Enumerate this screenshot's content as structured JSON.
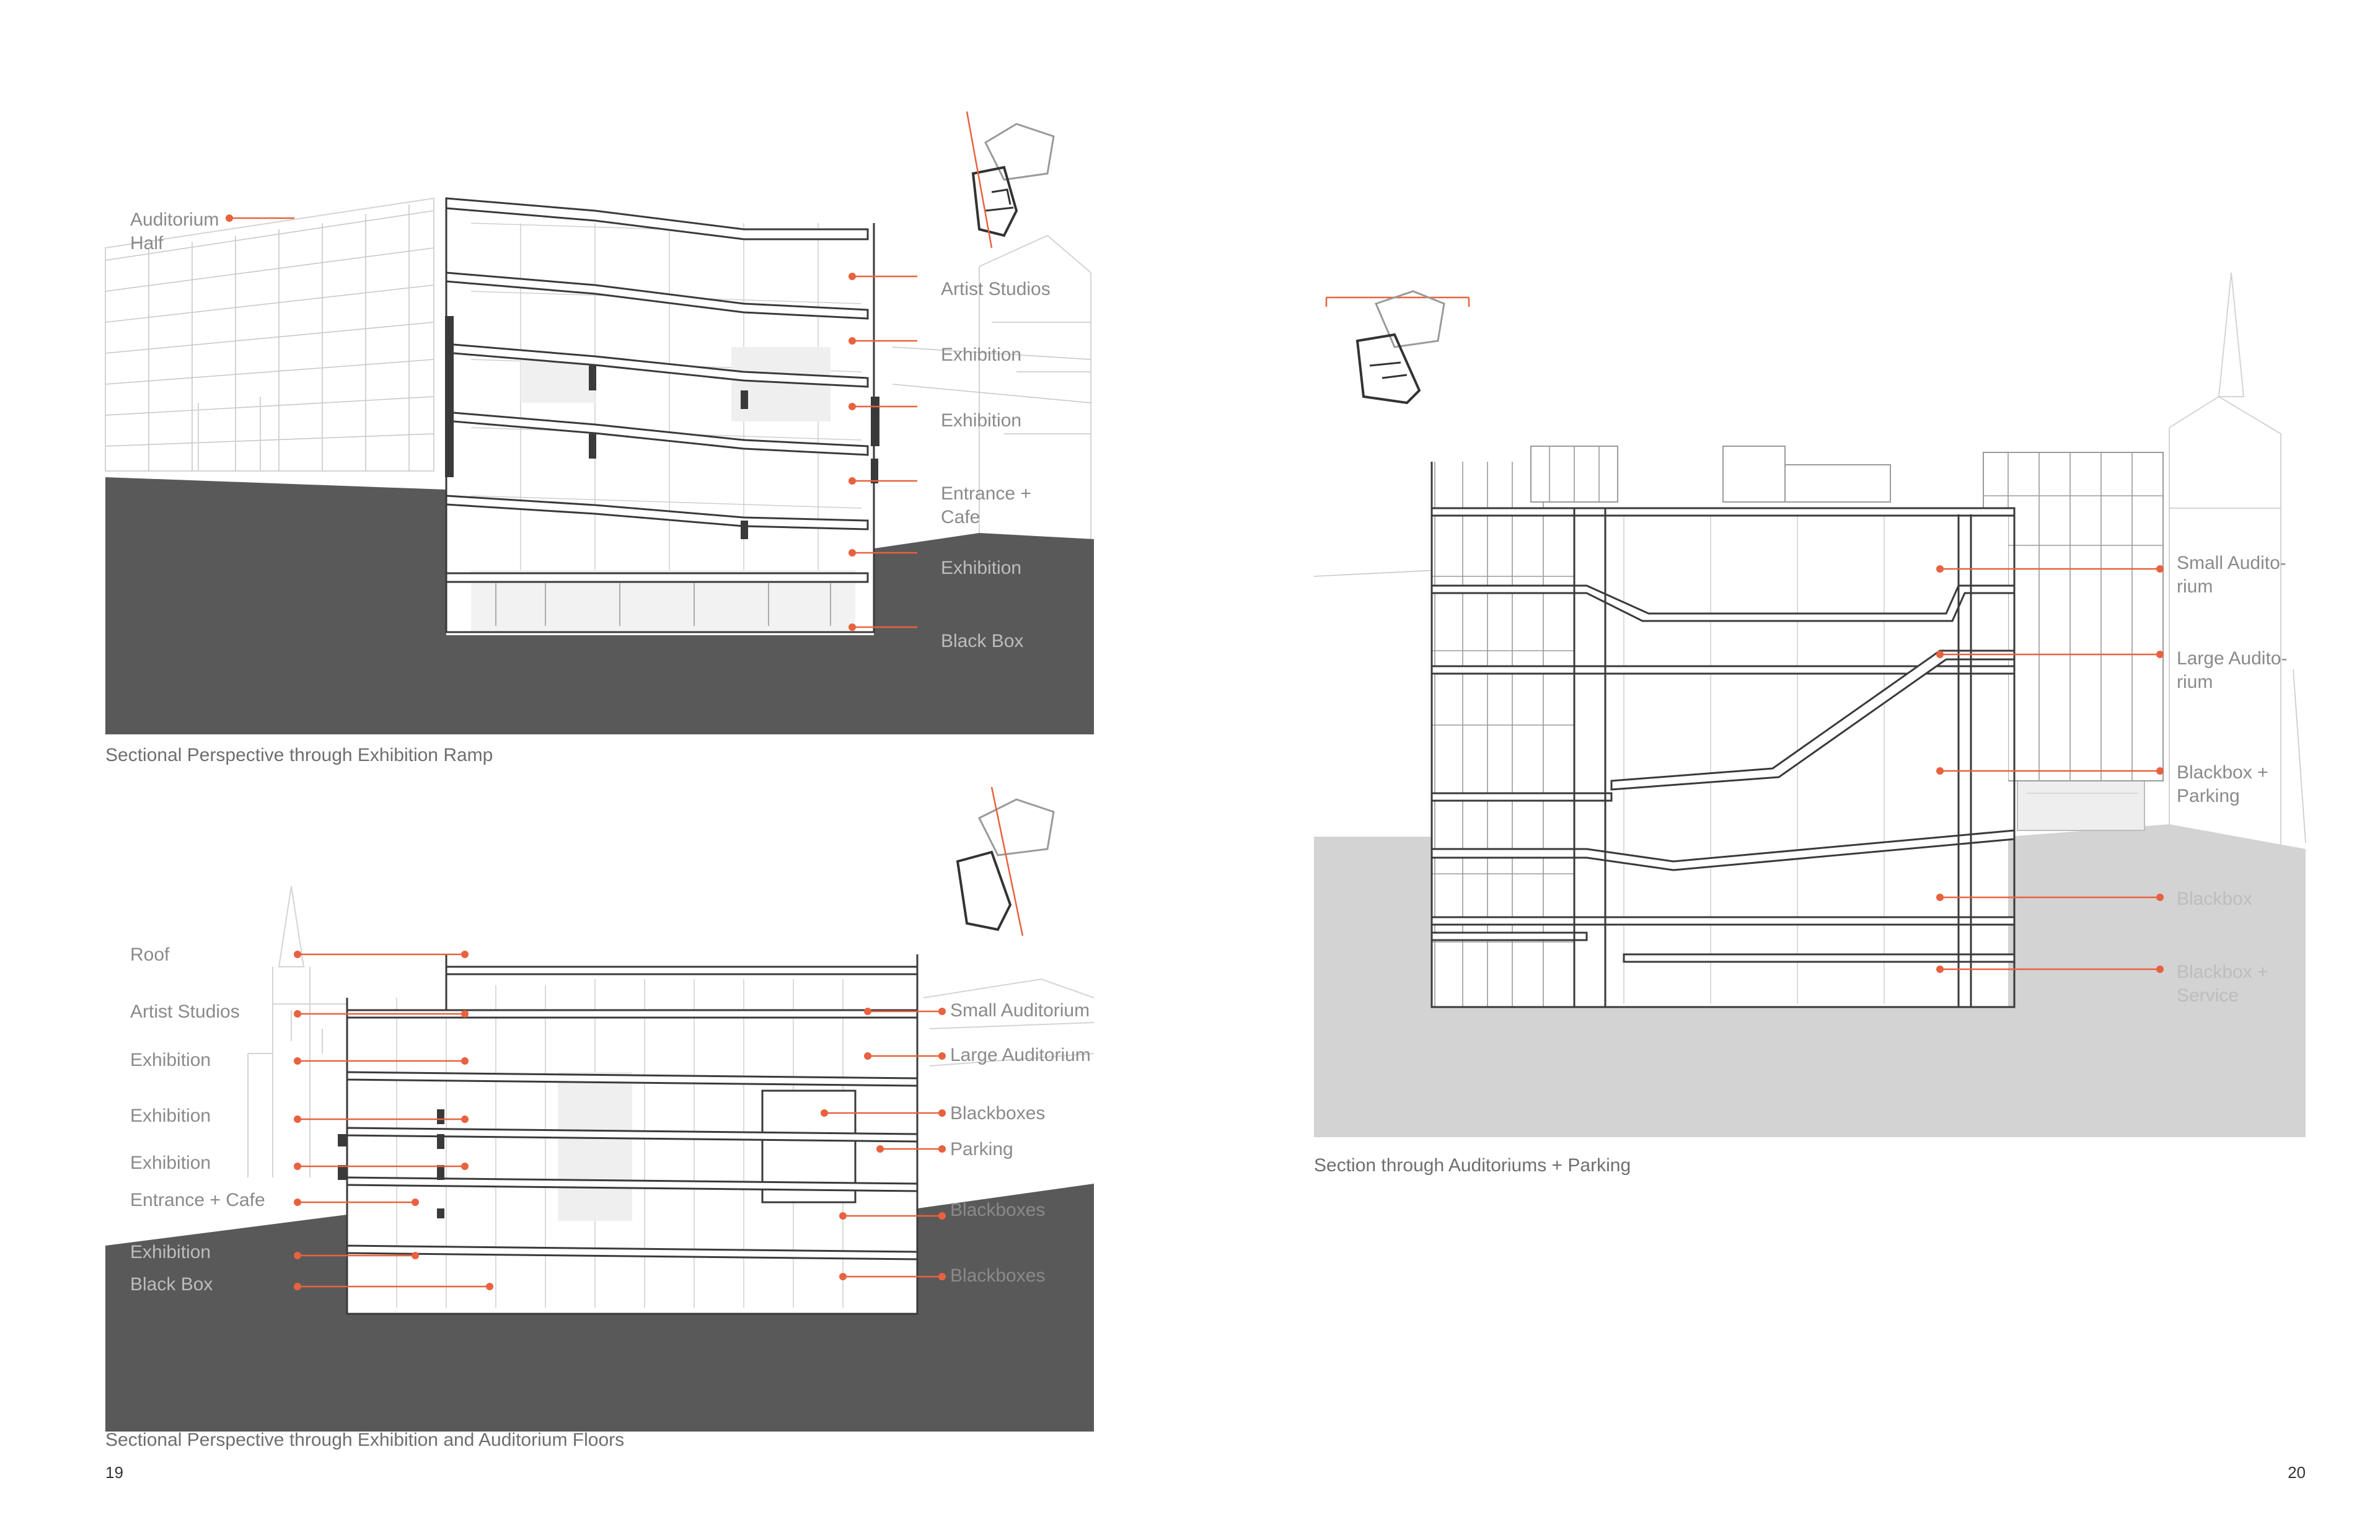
{
  "colors": {
    "ground_dark": "#595959",
    "ground_light": "#d3d3d3",
    "leader": "#e8623f",
    "label_text": "#8a8a8a",
    "label_text_light": "#bdbdbd"
  },
  "page_numbers": {
    "left": "19",
    "right": "20"
  },
  "section_ramp": {
    "caption": "Sectional Perspective through Exhibition Ramp",
    "labels": {
      "auditorium_half_1": "Auditorium",
      "auditorium_half_2": "Half",
      "artist_studios": "Artist Studios",
      "exhibition_1": "Exhibition",
      "exhibition_2": "Exhibition",
      "entrance_cafe_1": "Entrance +",
      "entrance_cafe_2": "Cafe",
      "exhibition_3": "Exhibition",
      "black_box": "Black Box"
    }
  },
  "section_floors": {
    "caption": "Sectional Perspective through Exhibition and Auditorium Floors",
    "labels_left": {
      "roof": "Roof",
      "artist_studios": "Artist Studios",
      "exhibition_1": "Exhibition",
      "exhibition_2": "Exhibition",
      "exhibition_3": "Exhibition",
      "entrance_cafe": "Entrance + Cafe",
      "exhibition_4": "Exhibition",
      "black_box": "Black Box"
    },
    "labels_right": {
      "small_auditorium": "Small Auditorium",
      "large_auditorium": "Large Auditorium",
      "blackboxes_1": "Blackboxes",
      "parking": "Parking",
      "blackboxes_2": "Blackboxes",
      "blackboxes_3": "Blackboxes"
    }
  },
  "section_auditoriums": {
    "caption": "Section through Auditoriums + Parking",
    "labels": {
      "small_auditorium_1": "Small Audito-",
      "small_auditorium_2": "rium",
      "large_auditorium_1": "Large Audito-",
      "large_auditorium_2": "rium",
      "blackbox_parking_1": "Blackbox +",
      "blackbox_parking_2": "Parking",
      "blackbox": "Blackbox",
      "blackbox_service_1": "Blackbox +",
      "blackbox_service_2": "Service"
    }
  }
}
